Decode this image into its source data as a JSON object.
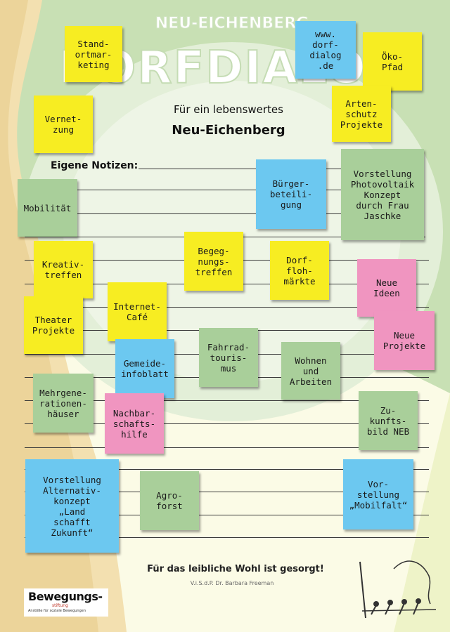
{
  "header": {
    "title_line1": "Für ein lebenswertes",
    "title_line2": "Neu-Eichenberg",
    "background_wordmark": "DORFDIALOG",
    "background_arc_text": "NEU-EICHENBERG"
  },
  "notes_label": "Eigene Notizen:",
  "notes": [
    {
      "text": "Stand-\nortmar-\nketing",
      "color": "yellow"
    },
    {
      "text": "www.\ndorf-\ndialog\n.de",
      "color": "blue"
    },
    {
      "text": "Öko-\nPfad",
      "color": "yellow"
    },
    {
      "text": "Vernet-\nzung",
      "color": "yellow"
    },
    {
      "text": "Arten-\nschutz\nProjekte",
      "color": "yellow"
    },
    {
      "text": "Bürger-\nbeteili-\ngung",
      "color": "blue"
    },
    {
      "text": "Vorstellung\nPhotovoltaik\nKonzept\ndurch Frau\nJaschke",
      "color": "green"
    },
    {
      "text": "Mobilität",
      "color": "green"
    },
    {
      "text": "Kreativ-\ntreffen",
      "color": "yellow"
    },
    {
      "text": "Begeg-\nnungs-\ntreffen",
      "color": "yellow"
    },
    {
      "text": "Dorf-\nfloh-\nmärkte",
      "color": "yellow"
    },
    {
      "text": "Neue\nIdeen",
      "color": "pink"
    },
    {
      "text": "Theater\nProjekte",
      "color": "yellow"
    },
    {
      "text": "Internet-\nCafé",
      "color": "yellow"
    },
    {
      "text": "Neue\nProjekte",
      "color": "pink"
    },
    {
      "text": "Fahrrad-\ntouris-\nmus",
      "color": "green"
    },
    {
      "text": "Gemeide-\ninfoblatt",
      "color": "blue"
    },
    {
      "text": "Wohnen\nund\nArbeiten",
      "color": "green"
    },
    {
      "text": "Mehrgene-\nrationen-\nhäuser",
      "color": "green"
    },
    {
      "text": "Nachbar-\nschafts-\nhilfe",
      "color": "pink"
    },
    {
      "text": "Zu-\nkunfts-\nbild NEB",
      "color": "green"
    },
    {
      "text": "Vorstellung\nAlternativ-\nkonzept\n„Land\nschafft\nZukunft“",
      "color": "blue"
    },
    {
      "text": "Agro-\nforst",
      "color": "green"
    },
    {
      "text": "Vor-\nstellung\n„Mobilfalt“",
      "color": "blue"
    }
  ],
  "footer": {
    "slogan": "Für das leibliche Wohl ist gesorgt!",
    "credit": "V.i.S.d.P.  Dr. Barbara Freeman"
  },
  "logo": {
    "name": "Bewegungs-",
    "sub": "stiftung",
    "tagline": "Anstöße für soziale Bewegungen"
  },
  "colors": {
    "yellow": "#f7ed22",
    "blue": "#6cc8f0",
    "green": "#a9cf9a",
    "pink": "#f095c0",
    "background_green": "#c8e0b4",
    "background_cream": "#fbfbe6"
  }
}
